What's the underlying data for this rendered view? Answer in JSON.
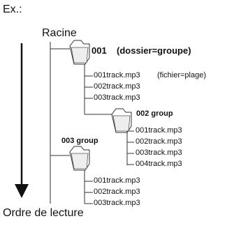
{
  "example_label": "Ex.:",
  "root_label": "Racine",
  "reading_order_label": "Ordre de lecture",
  "folders": [
    {
      "name": "001",
      "note": "(dossier=groupe)"
    },
    {
      "name": "002 group"
    },
    {
      "name": "003 group"
    }
  ],
  "file_note": "(fichier=plage)",
  "tracks": {
    "group1": [
      "001track.mp3",
      "002track.mp3",
      "003track.mp3"
    ],
    "group2": [
      "001track.mp3",
      "002track.mp3",
      "003track.mp3",
      "004track.mp3"
    ],
    "group3": [
      "001track.mp3",
      "002track.mp3",
      "003track.mp3"
    ]
  }
}
